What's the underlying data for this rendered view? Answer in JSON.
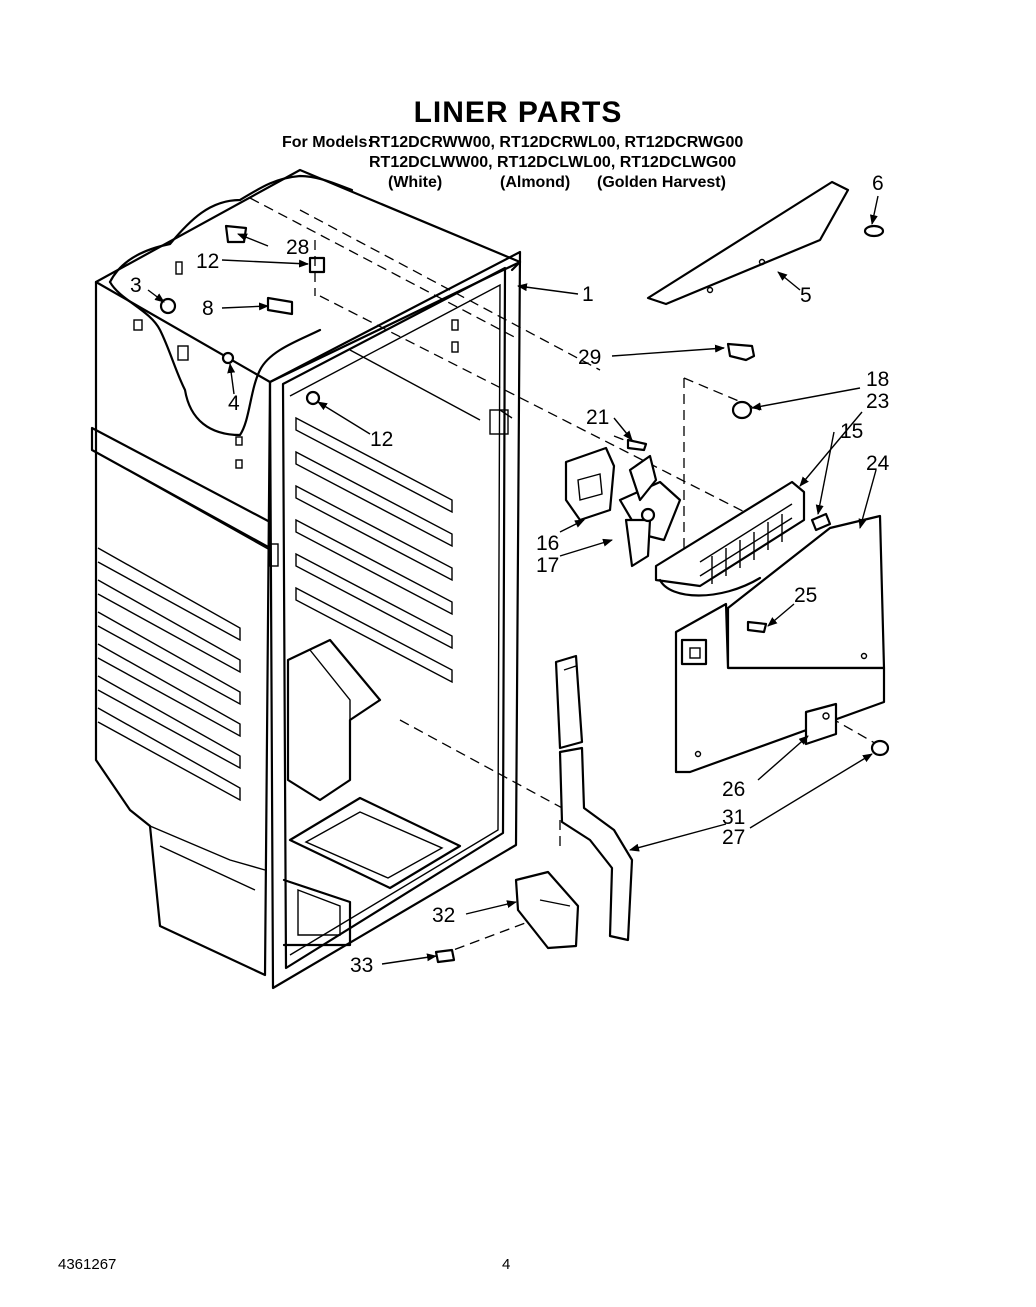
{
  "title": "LINER PARTS",
  "models": {
    "prefix": "For Models:",
    "line1": "RT12DCRWW00, RT12DCRWL00, RT12DCRWG00",
    "line2": "RT12DCLWW00, RT12DCLWL00, RT12DCLWG00",
    "colors": [
      "(White)",
      "(Almond)",
      "(Golden Harvest)"
    ]
  },
  "callouts": {
    "c1": "1",
    "c3": "3",
    "c4": "4",
    "c5": "5",
    "c6": "6",
    "c8": "8",
    "c12a": "12",
    "c12b": "12",
    "c15": "15",
    "c16": "16",
    "c17": "17",
    "c18": "18",
    "c21": "21",
    "c23": "23",
    "c24": "24",
    "c25": "25",
    "c26": "26",
    "c27": "27",
    "c28": "28",
    "c29": "29",
    "c31": "31",
    "c32": "32",
    "c33": "33"
  },
  "footer": {
    "doc_number": "4361267",
    "page_number": "4"
  }
}
